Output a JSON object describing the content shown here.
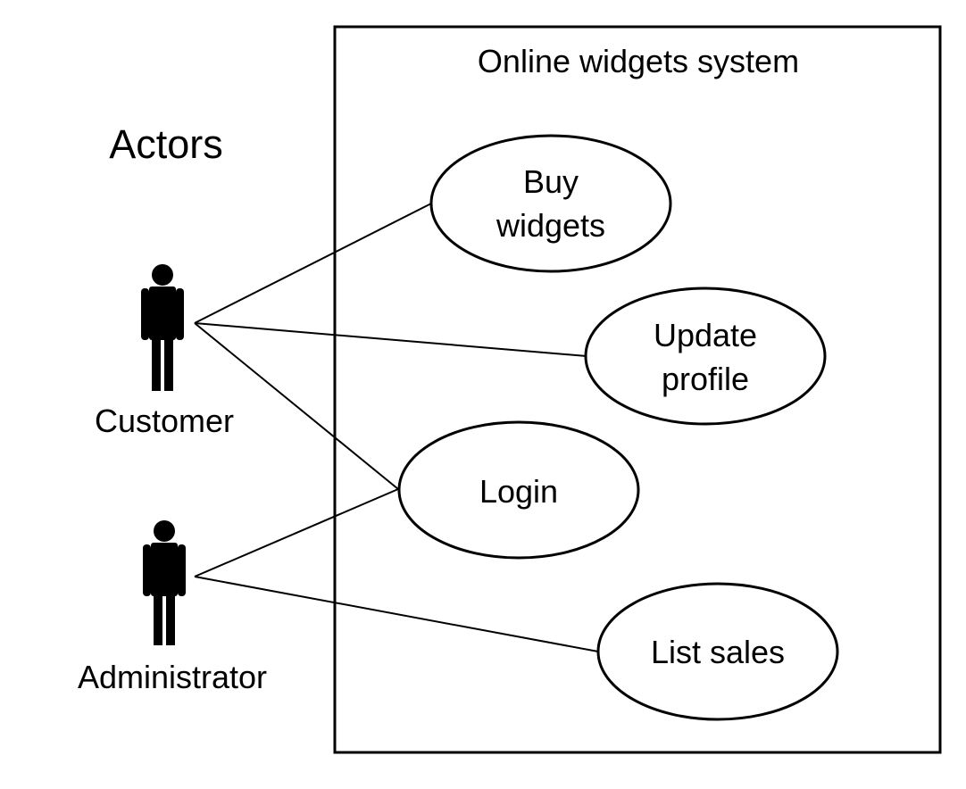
{
  "heading": "Actors",
  "system": {
    "title": "Online widgets system"
  },
  "actors": {
    "customer": "Customer",
    "administrator": "Administrator"
  },
  "use_cases": {
    "buy_widgets": {
      "line1": "Buy",
      "line2": "widgets"
    },
    "update_profile": {
      "line1": "Update",
      "line2": "profile"
    },
    "login": {
      "line1": "Login"
    },
    "list_sales": {
      "line1": "List sales"
    }
  },
  "associations": [
    {
      "actor": "Customer",
      "use_case": "Buy widgets"
    },
    {
      "actor": "Customer",
      "use_case": "Update profile"
    },
    {
      "actor": "Customer",
      "use_case": "Login"
    },
    {
      "actor": "Administrator",
      "use_case": "Login"
    },
    {
      "actor": "Administrator",
      "use_case": "List sales"
    }
  ],
  "colors": {
    "stroke": "#000000",
    "fill": "#ffffff",
    "actor_fill": "#000000"
  }
}
